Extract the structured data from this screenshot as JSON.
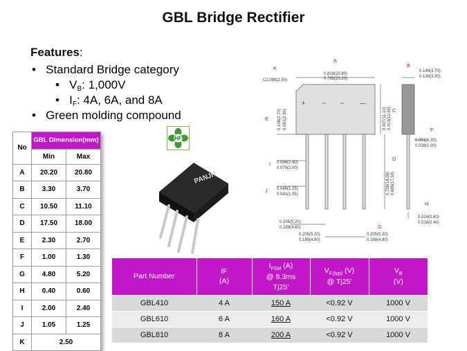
{
  "title": "GBL Bridge Rectifier",
  "features": {
    "heading": "Features",
    "colon": ":",
    "items": [
      {
        "bullet": "•",
        "text": "Standard Bridge category"
      },
      {
        "bullet": "•",
        "prefix": "V",
        "sub": "B",
        "text": ": 1,000V"
      },
      {
        "bullet": "•",
        "prefix": "I",
        "sub": "F",
        "text": ": 4A, 6A, and 8A"
      },
      {
        "bullet": "•",
        "text": "Green molding compound"
      }
    ]
  },
  "logo": {
    "text": "HF",
    "color": "#3d9a2f"
  },
  "chip_label": "PANJIT",
  "dimension_table": {
    "col_no": "No",
    "col_group": "GBL Dimension(mm)",
    "col_min": "Min",
    "col_max": "Max",
    "rows": [
      {
        "no": "A",
        "min": "20.20",
        "max": "20.80"
      },
      {
        "no": "B",
        "min": "3.30",
        "max": "3.70"
      },
      {
        "no": "C",
        "min": "10.50",
        "max": "11.10"
      },
      {
        "no": "D",
        "min": "17.50",
        "max": "18.00"
      },
      {
        "no": "E",
        "min": "2.30",
        "max": "2.70"
      },
      {
        "no": "F",
        "min": "1.00",
        "max": "1.30"
      },
      {
        "no": "G",
        "min": "4.80",
        "max": "5.20"
      },
      {
        "no": "H",
        "min": "0.40",
        "max": "0.60"
      },
      {
        "no": "I",
        "min": "2.00",
        "max": "2.40"
      },
      {
        "no": "J",
        "min": "1.05",
        "max": "1.25"
      },
      {
        "no": "K",
        "value": "2.50"
      }
    ]
  },
  "spec_table": {
    "headers": {
      "part": "Part Number",
      "if_main": "IF",
      "if_unit": "(A)",
      "ifsm_main": "I",
      "ifsm_sub": "FSM",
      "ifsm_unit": " (A)",
      "ifsm_cond1": "@ 8.3ms",
      "ifsm_cond2": "Tj25'",
      "vf_main": "V",
      "vf_sub": "F,(typ)",
      "vf_unit": " (V)",
      "vf_cond": "@ Tj25'",
      "vb_main": "V",
      "vb_sub": "B",
      "vb_unit": "(V)"
    },
    "rows": [
      {
        "part": "GBL410",
        "if": "4 A",
        "ifsm": "150 A",
        "vf": "<0.92 V",
        "vb": "1000 V"
      },
      {
        "part": "GBL610",
        "if": "6 A",
        "ifsm": "160 A",
        "vf": "<0.92 V",
        "vb": "1000 V"
      },
      {
        "part": "GBL810",
        "if": "8 A",
        "ifsm": "200 A",
        "vf": "<0.92 V",
        "vb": "1000 V"
      }
    ]
  },
  "drawing": {
    "letters": {
      "A": "A",
      "B": "B",
      "C": "C",
      "D": "D",
      "E": "E",
      "F": "F",
      "G": "G",
      "H": "H",
      "I": "I",
      "J": "J",
      "K": "K"
    },
    "dims": {
      "k": "C2.098(2.50)",
      "a1": "0.819(20.80)",
      "a2": "0.795(20.20)",
      "b1": "0.146(3.70)",
      "b2": "0.130(3.30)",
      "e1": "0.106(2.70)",
      "e2": "0.091(2.30)",
      "c1": "0.437(11.10)",
      "c2": "0.413(10.50)",
      "f1": "0.051(1.30)",
      "f2": "0.039(1.00)",
      "i1": "0.094(2.40)",
      "i2": "0.079(2.00)",
      "d1": "0.709(18.00)",
      "d2": "0.689(17.50)",
      "j1": "0.049(1.25)",
      "j2": "0.041(1.05)",
      "h1": "0.024(0.60)",
      "h2": "0.016(0.40)",
      "g1": "0.205(5.20)",
      "g2": "0.189(4.80)"
    },
    "marks": {
      "plus": "+",
      "tilde": "~",
      "minus": "—"
    }
  }
}
